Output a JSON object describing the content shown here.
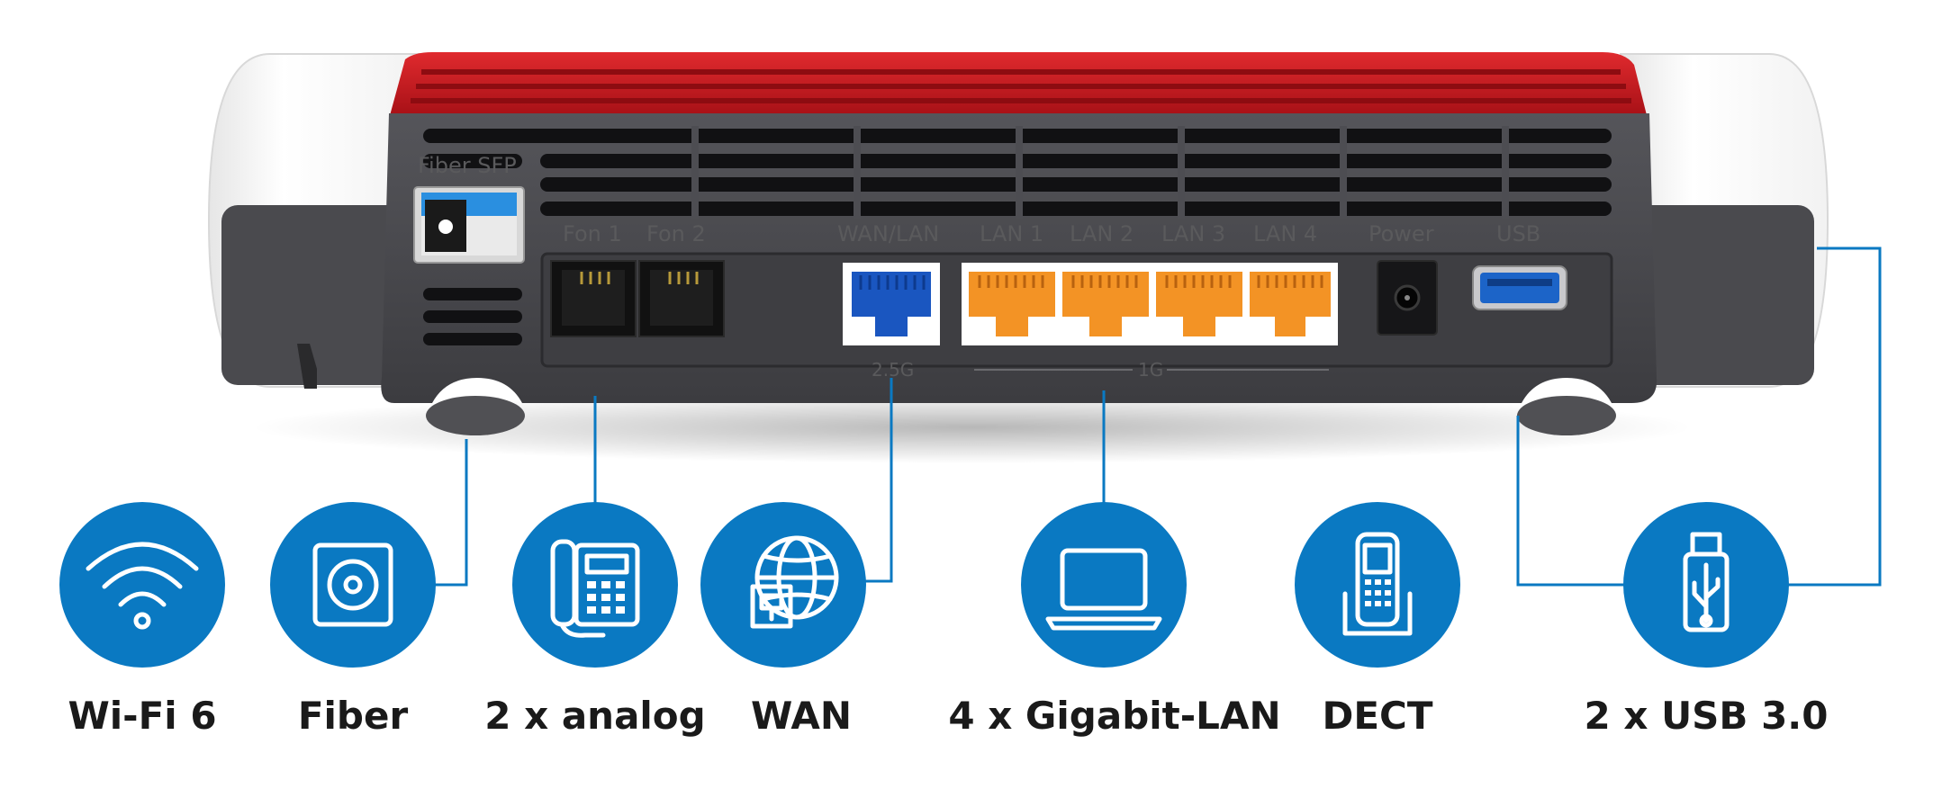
{
  "ports": {
    "fiber_sfp": "Fiber SFP",
    "fon1": "Fon 1",
    "fon2": "Fon 2",
    "wan_lan": "WAN/LAN",
    "lan1": "LAN 1",
    "lan2": "LAN 2",
    "lan3": "LAN 3",
    "lan4": "LAN 4",
    "power": "Power",
    "usb": "USB",
    "speed_25g": "2.5G",
    "speed_1g": "1G"
  },
  "features": [
    {
      "label": "Wi-Fi 6",
      "icon": "wifi-icon"
    },
    {
      "label": "Fiber",
      "icon": "fiber-icon"
    },
    {
      "label": "2 x analog",
      "icon": "phone-icon"
    },
    {
      "label": "WAN",
      "icon": "globe-icon"
    },
    {
      "label": "4 x Gigabit-LAN",
      "icon": "laptop-icon"
    },
    {
      "label": "DECT",
      "icon": "dect-handset-icon"
    },
    {
      "label": "2 x USB 3.0",
      "icon": "usb-icon"
    }
  ],
  "colors": {
    "accent_blue": "#0a79c2",
    "brand_red": "#c8161d",
    "lan_orange": "#f39325",
    "body_dark": "#4a4a4c"
  }
}
